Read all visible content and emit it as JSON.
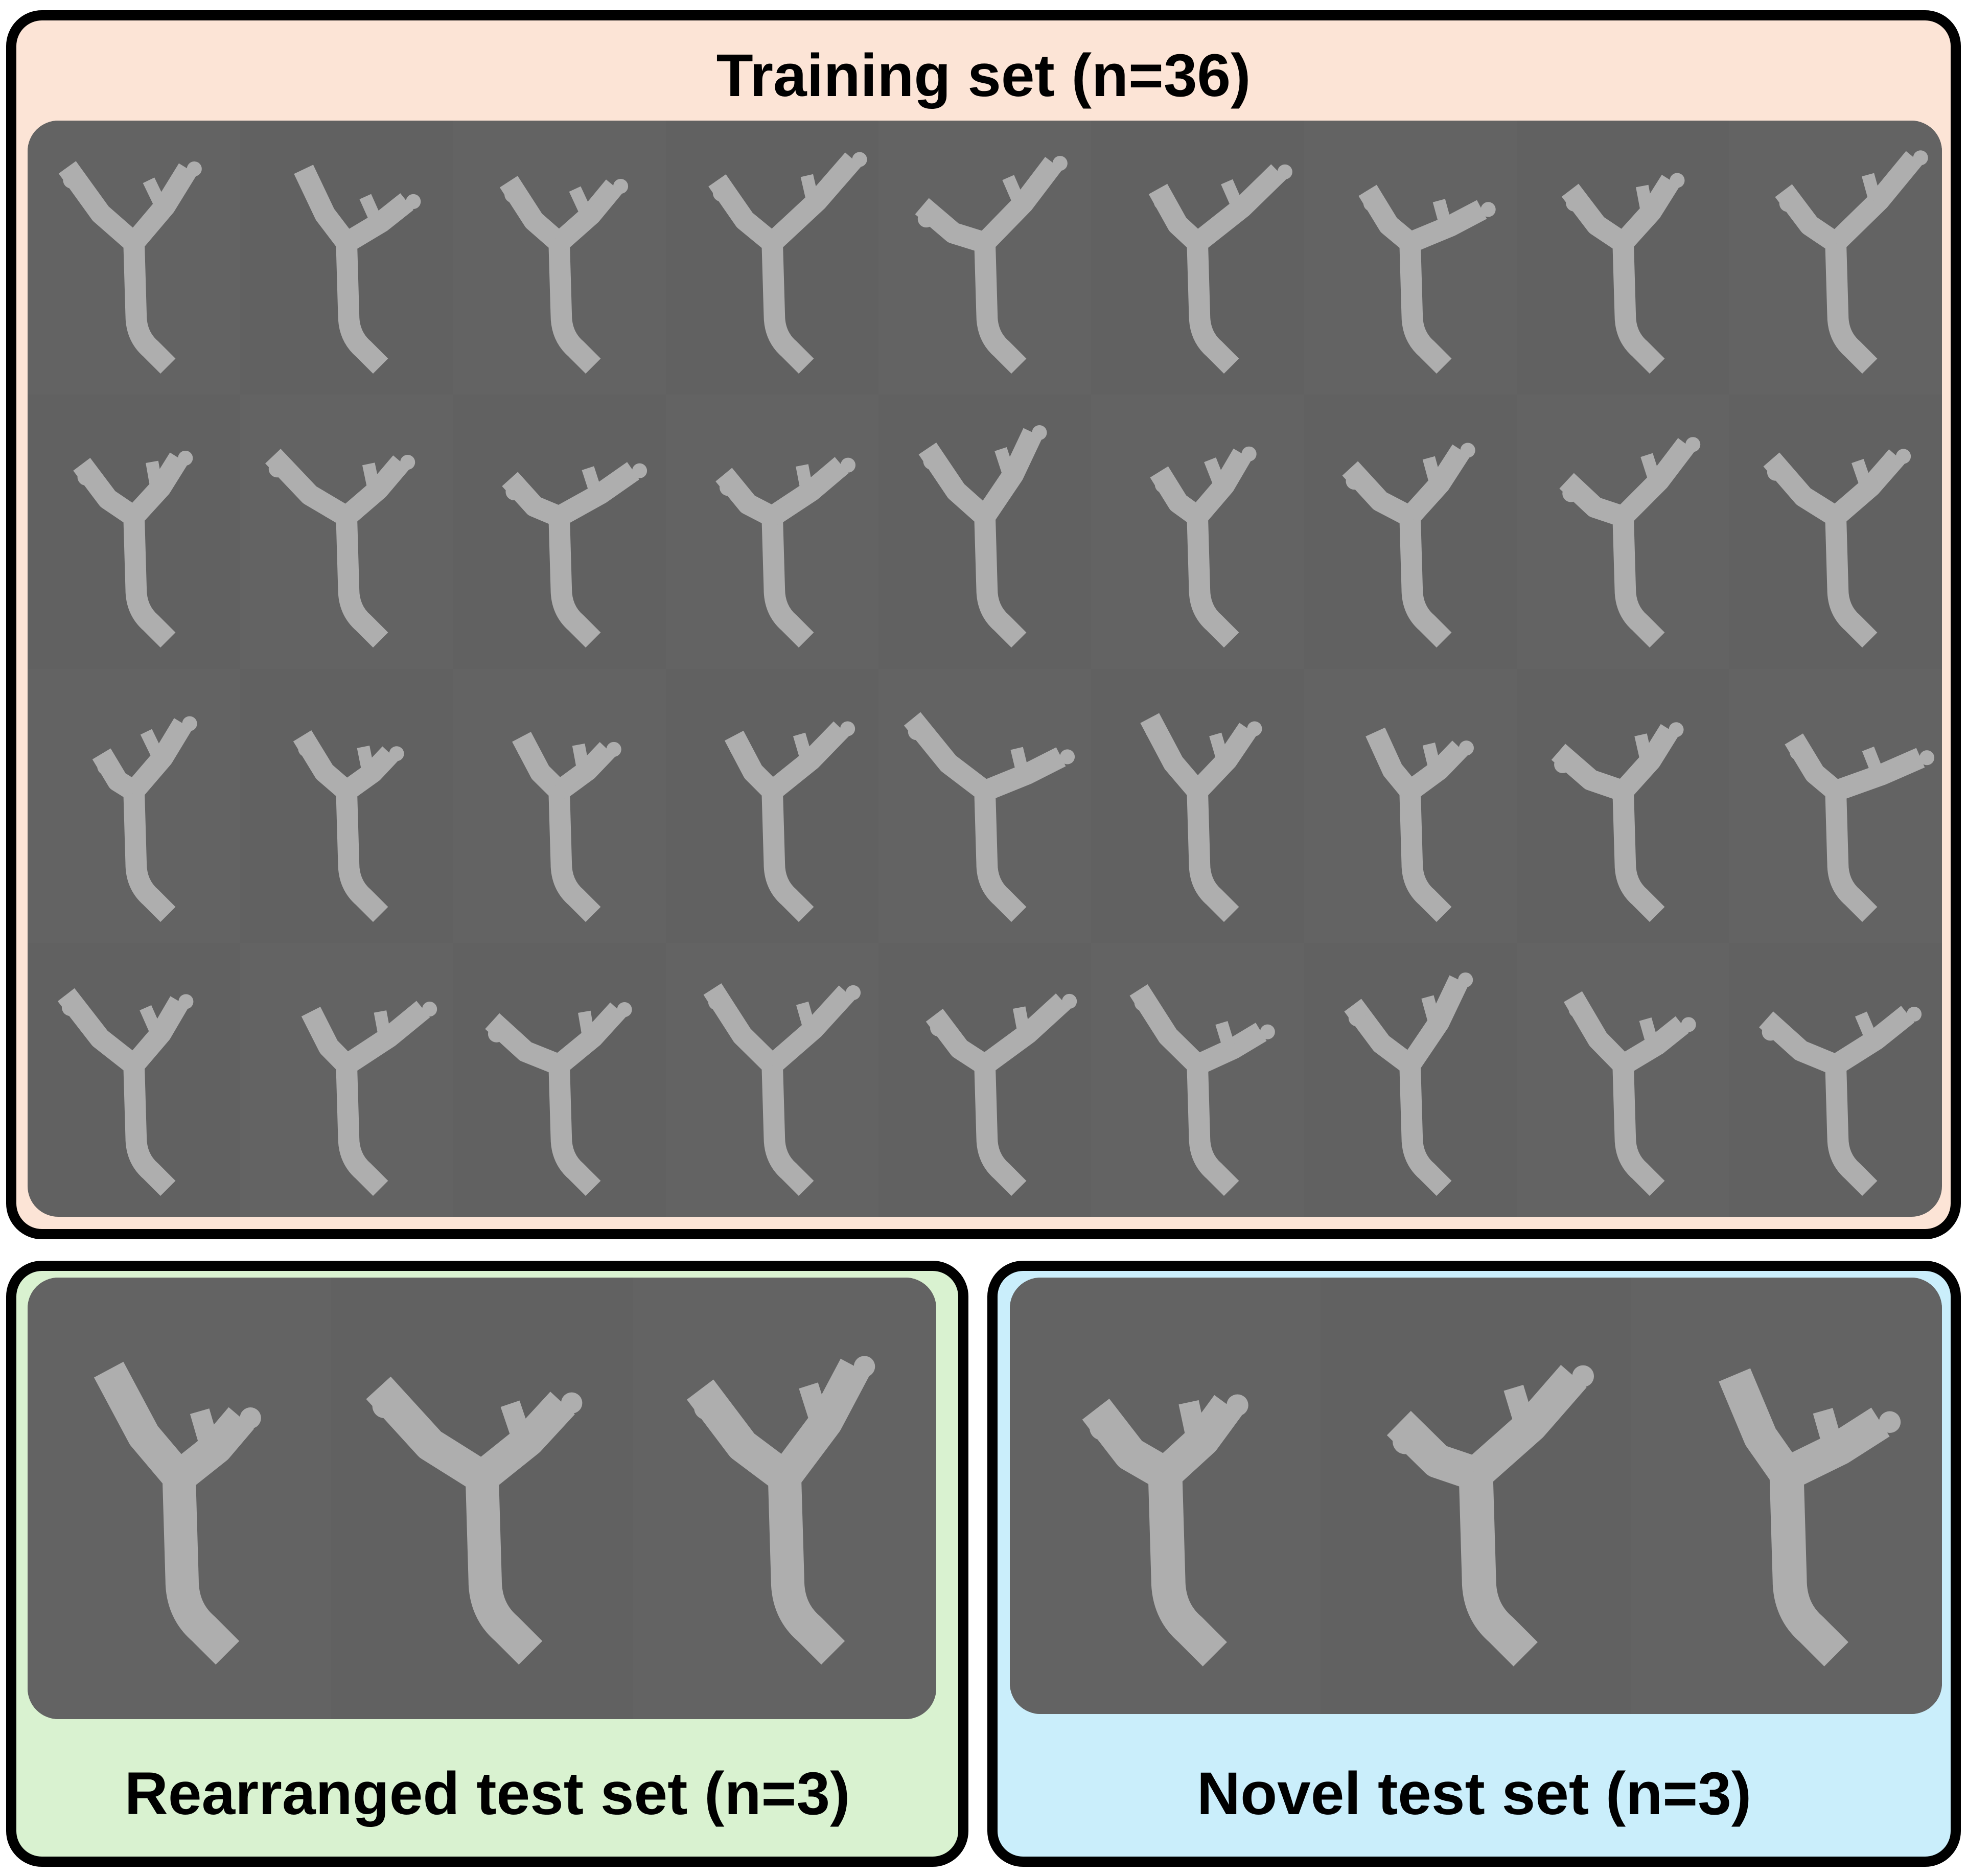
{
  "colors": {
    "training_bg": "#FCE4D6",
    "rearranged_bg": "#D9F2D0",
    "novel_bg": "#CAEEFB",
    "panel": "#616161",
    "shape": "#AEAEAE",
    "border": "#000000"
  },
  "training": {
    "title": "Training set (n=36)",
    "rows": 4,
    "cols": 9,
    "count": 36
  },
  "rearranged": {
    "title": "Rearranged test set (n=3)",
    "count": 3
  },
  "novel": {
    "title": "Novel test set (n=3)",
    "count": 3
  }
}
